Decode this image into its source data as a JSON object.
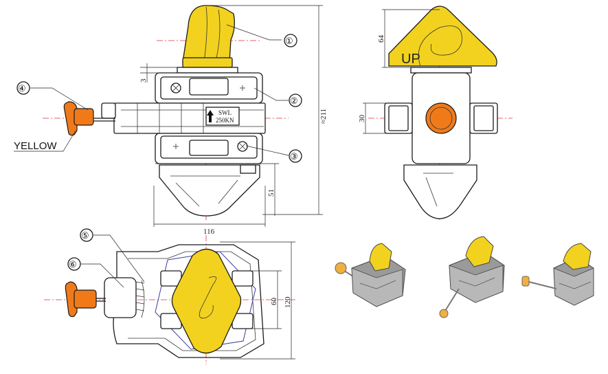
{
  "callouts": [
    "①",
    "②",
    "③",
    "④",
    "⑤",
    "⑥"
  ],
  "yellow_label": "YELLOW",
  "up_label": "UP",
  "swl_label_line1": "SWL",
  "swl_label_line2": "250KN",
  "dimensions": {
    "height_total": "≈211",
    "gap": "3",
    "lower_height": "51",
    "width": "116",
    "cone_height": "64",
    "side_width": "30",
    "bottom_inner": "60",
    "bottom_outer": "120"
  },
  "colors": {
    "cone_yellow": "#f2d21f",
    "handle_orange": "#f07a1a",
    "centerline_red": "#e03030"
  }
}
